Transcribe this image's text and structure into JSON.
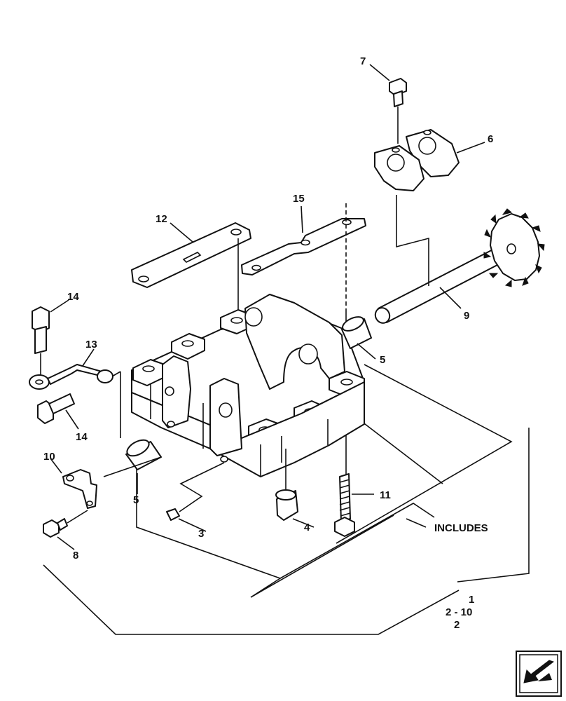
{
  "callouts": [
    {
      "id": "c1",
      "text": "1"
    },
    {
      "id": "c1-includes",
      "text": "INCLUDES"
    },
    {
      "id": "c1-range",
      "text": "2  -  10"
    },
    {
      "id": "c2",
      "text": "2"
    },
    {
      "id": "c3",
      "text": "3"
    },
    {
      "id": "c4",
      "text": "4"
    },
    {
      "id": "c5a",
      "text": "5"
    },
    {
      "id": "c5b",
      "text": "5"
    },
    {
      "id": "c6",
      "text": "6"
    },
    {
      "id": "c7",
      "text": "7"
    },
    {
      "id": "c8",
      "text": "8"
    },
    {
      "id": "c9",
      "text": "9"
    },
    {
      "id": "c10",
      "text": "10"
    },
    {
      "id": "c11",
      "text": "11"
    },
    {
      "id": "c12",
      "text": "12"
    },
    {
      "id": "c13",
      "text": "13"
    },
    {
      "id": "c14a",
      "text": "14"
    },
    {
      "id": "c14b",
      "text": "14"
    },
    {
      "id": "c15",
      "text": "15"
    }
  ],
  "nav": {
    "icon": "next-page-arrow-icon"
  }
}
